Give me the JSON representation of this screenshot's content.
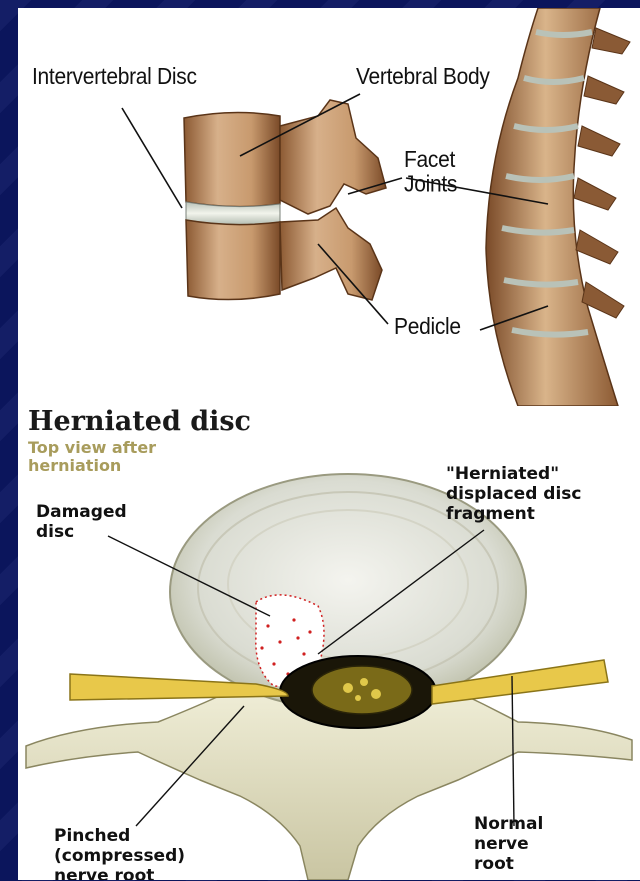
{
  "spine_diagram": {
    "labels": {
      "intervertebral_disc": "Intervertebral Disc",
      "vertebral_body": "Vertebral Body",
      "facet_joints": "Facet\nJoints",
      "pedicle": "Pedicle"
    }
  },
  "herniation_diagram": {
    "title": "Herniated disc",
    "subtitle": "Top view after\nherniation",
    "labels": {
      "damaged_disc": "Damaged\ndisc",
      "herniated_fragment": "\"Herniated\"\ndisplaced disc\nfragment",
      "pinched_root": "Pinched\n(compressed)\nnerve root",
      "normal_root": "Normal\nnerve\nroot"
    }
  },
  "colors": {
    "background": "#0b1660",
    "bone": "#d9b48a",
    "bone_dark": "#8a5a35",
    "disc": "#e6e8dc",
    "nerve": "#e8c84a",
    "subtitle": "#a89c5c"
  }
}
